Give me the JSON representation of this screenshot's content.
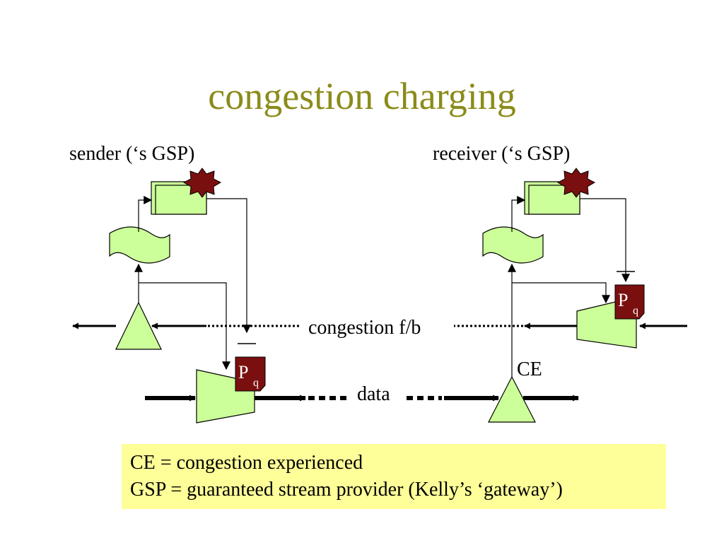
{
  "title": "congestion charging",
  "labels": {
    "sender": "sender (‘s GSP)",
    "receiver": "receiver (‘s GSP)",
    "feedback": "congestion f/b",
    "data": "data",
    "ce": "CE",
    "price_main": "P",
    "price_sub": "q"
  },
  "legend": [
    "CE = congestion experienced",
    "GSP = guaranteed stream provider (Kelly’s ‘gateway’)"
  ],
  "colors": {
    "title": "#8b8b1a",
    "shape_fill": "#ccff99",
    "marker_fill": "#7a0f0f",
    "legend_bg": "#ffff99"
  }
}
